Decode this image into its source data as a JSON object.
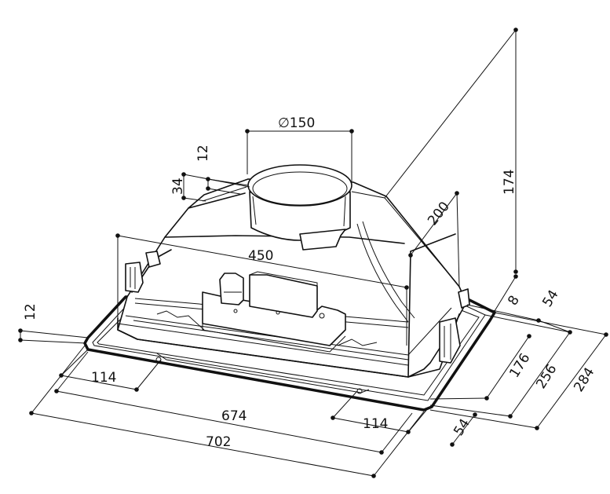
{
  "diagram": {
    "dimensions": {
      "diameter": "∅150",
      "d174": "174",
      "d200": "200",
      "d450": "450",
      "d12_top": "12",
      "d34": "34",
      "d12_left": "12",
      "d8": "8",
      "d54_top": "54",
      "d176": "176",
      "d256": "256",
      "d284": "284",
      "d54_bottom": "54",
      "d114_left": "114",
      "d114_right": "114",
      "d674": "674",
      "d702": "702"
    }
  }
}
